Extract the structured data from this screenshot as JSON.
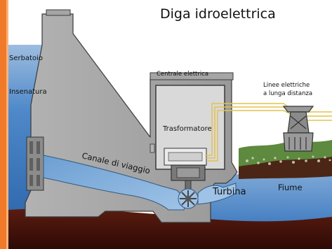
{
  "title": "Diga idroelettrica",
  "labels": {
    "reservoir": "Serbatoio",
    "intake": "Insenatura",
    "powerhouse": "Centrale elettrica",
    "transformer": "Trasformatore",
    "power_lines": [
      "Linee elettriche",
      "a lunga distanza"
    ],
    "penstock": "Canale di viaggio",
    "turbine": "Turbina",
    "river": "Fiume"
  },
  "colors": {
    "water": "#3a78c0",
    "water_light": "#8fb3db",
    "concrete": "#a3a3a3",
    "concrete_edge": "#3a3a3a",
    "earth": "#4a140c",
    "frame_border": "#f07a2a",
    "cables": "#e2c24a"
  },
  "icons": [
    "transmission-tower-icon",
    "turbine-icon",
    "generator-icon"
  ]
}
